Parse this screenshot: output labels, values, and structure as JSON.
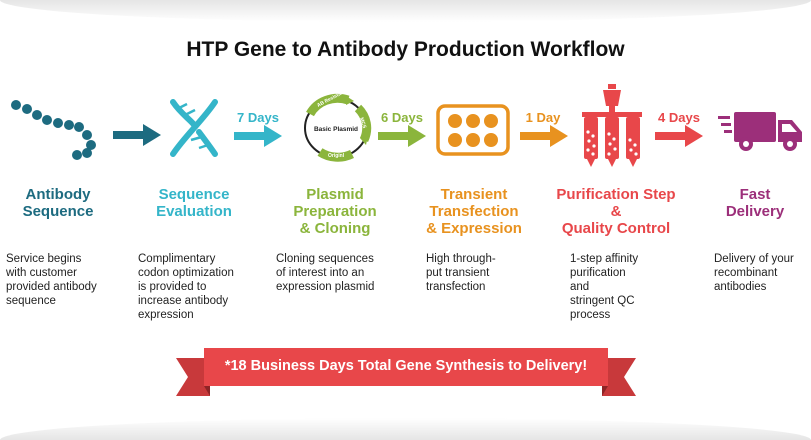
{
  "title": "HTP Gene to Antibody Production Workflow",
  "colors": {
    "teal_dark": "#1d6b80",
    "teal_light": "#34b5c9",
    "green": "#8bb53c",
    "orange": "#e8921f",
    "red": "#e8474a",
    "purple": "#9c2f7a"
  },
  "durations": {
    "d1": "7 Days",
    "d2": "6 Days",
    "d3": "1 Day",
    "d4": "4 Days"
  },
  "plasmid": {
    "center": "Basic Plasmid",
    "top": "AB Resistance",
    "right": "MCS",
    "bottom": "OriginI"
  },
  "steps": [
    {
      "title1": "Antibody",
      "title2": "Sequence",
      "desc": [
        "Service begins",
        "with customer",
        "provided antibody",
        "sequence"
      ]
    },
    {
      "title1": "Sequence",
      "title2": "Evaluation",
      "desc": [
        "Complimentary",
        "codon optimization",
        "is provided to",
        "increase antibody",
        "expression"
      ]
    },
    {
      "title1": "Plasmid",
      "title2": "Preparation",
      "title3": "& Cloning",
      "desc": [
        "Cloning sequences",
        "of interest into an",
        "expression plasmid"
      ]
    },
    {
      "title1": "Transient",
      "title2": "Transfection",
      "title3": "& Expression",
      "desc": [
        "High through-",
        "put transient",
        "transfection"
      ]
    },
    {
      "title1": "Purification Step",
      "title2": "&",
      "title3": "Quality Control",
      "desc": [
        "1-step affinity",
        "purification",
        "and",
        "stringent QC",
        "process"
      ]
    },
    {
      "title1": "Fast",
      "title2": "Delivery",
      "desc": [
        "Delivery of your",
        "recombinant",
        "antibodies"
      ]
    }
  ],
  "banner": "*18 Business Days Total Gene Synthesis to Delivery!"
}
